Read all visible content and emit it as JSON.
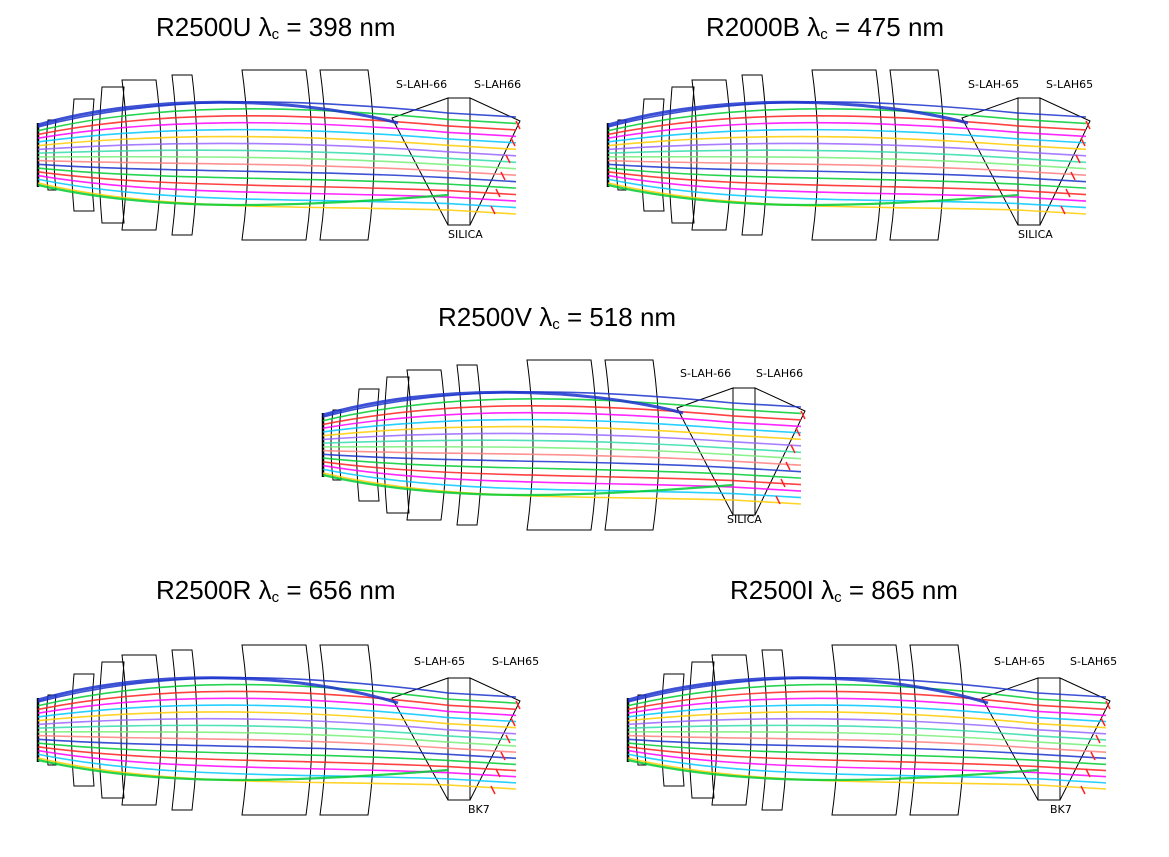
{
  "colors": {
    "rays": [
      "#1a33cc",
      "#00cc33",
      "#ff2020",
      "#ff00ff",
      "#00c8ff",
      "#ffcc00",
      "#9966ff",
      "#33ddaa",
      "#77ee77",
      "#ff8080"
    ],
    "optics": "#000000",
    "focal_plane_tick": "#ff2020"
  },
  "panels": [
    {
      "title_name": "R2500U",
      "lambda_symbol": "λ",
      "lambda_sub": "c",
      "lambda_value": "= 398 nm",
      "prism_labels": {
        "first": "S-LAH-66",
        "second": "S-LAH66",
        "window": "SILICA"
      }
    },
    {
      "title_name": "R2000B",
      "lambda_symbol": "λ",
      "lambda_sub": "c",
      "lambda_value": "= 475 nm",
      "prism_labels": {
        "first": "S-LAH-65",
        "second": "S-LAH65",
        "window": "SILICA"
      }
    },
    {
      "title_name": "R2500V",
      "lambda_symbol": "λ",
      "lambda_sub": "c",
      "lambda_value": "= 518 nm",
      "prism_labels": {
        "first": "S-LAH-66",
        "second": "S-LAH66",
        "window": "SILICA"
      }
    },
    {
      "title_name": "R2500R",
      "lambda_symbol": "λ",
      "lambda_sub": "c",
      "lambda_value": "= 656 nm",
      "prism_labels": {
        "first": "S-LAH-65",
        "second": "S-LAH65",
        "window": "BK7"
      }
    },
    {
      "title_name": "R2500I",
      "lambda_symbol": "λ",
      "lambda_sub": "c",
      "lambda_value": "= 865 nm",
      "prism_labels": {
        "first": "S-LAH-65",
        "second": "S-LAH65",
        "window": "BK7"
      }
    }
  ]
}
